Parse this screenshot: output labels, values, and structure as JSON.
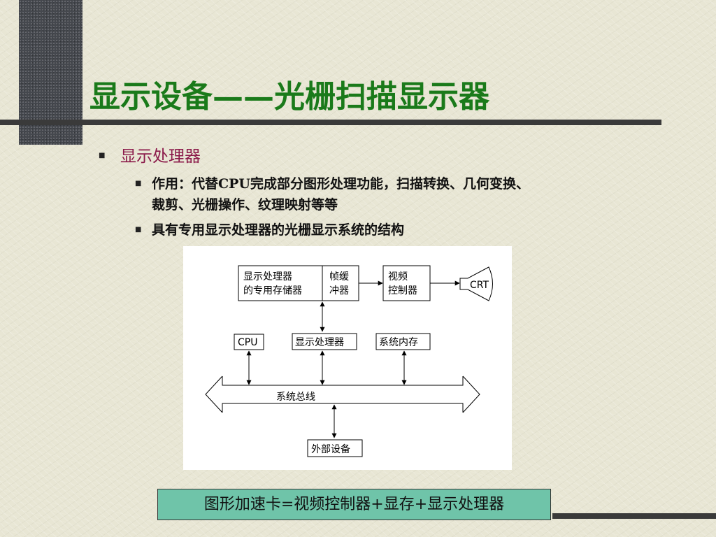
{
  "slide": {
    "title": "显示设备——光栅扫描显示器",
    "bullet_l1": "显示处理器",
    "bullet_l2_1_line1": "作用：代替CPU完成部分图形处理功能，扫描转换、几何变换、",
    "bullet_l2_1_line2": "裁剪、光栅操作、纹理映射等等",
    "bullet_l2_2": "具有专用显示处理器的光栅显示系统的结构",
    "note": "图形加速卡=视频控制器+显存+显示处理器"
  },
  "diagram": {
    "dp_memory_line1": "显示处理器",
    "dp_memory_line2": "的专用存储器",
    "frame_buffer_line1": "帧缓",
    "frame_buffer_line2": "冲器",
    "video_ctrl_line1": "视频",
    "video_ctrl_line2": "控制器",
    "crt": "CRT",
    "cpu": "CPU",
    "display_processor": "显示处理器",
    "system_memory": "系统内存",
    "system_bus": "系统总线",
    "peripheral": "外部设备"
  },
  "colors": {
    "title": "#1a7a1a",
    "level1_text": "#8b1a4a",
    "note_background": "#6fc4a9",
    "background": "#e8e6d4",
    "dark_bar": "#3a3a3a"
  }
}
